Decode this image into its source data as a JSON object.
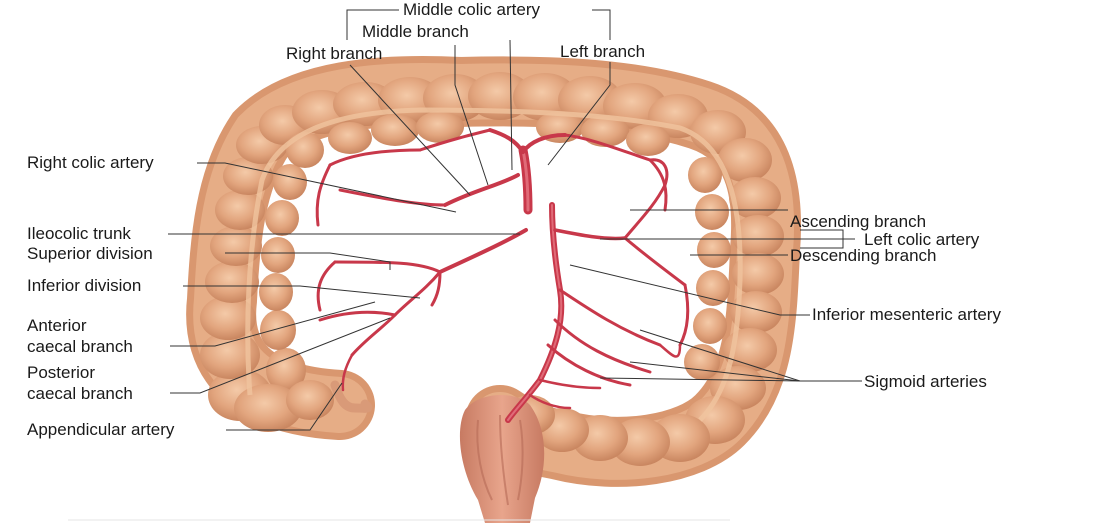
{
  "labels": {
    "middle_colic_artery": "Middle colic artery",
    "middle_branch": "Middle branch",
    "right_branch": "Right branch",
    "left_branch": "Left branch",
    "right_colic_artery": "Right colic artery",
    "ileocolic_trunk": "Ileocolic trunk",
    "superior_division": "Superior division",
    "inferior_division": "Inferior division",
    "anterior_caecal_line1": "Anterior",
    "anterior_caecal_line2": "caecal branch",
    "posterior_caecal_line1": "Posterior",
    "posterior_caecal_line2": "caecal branch",
    "appendicular_artery": "Appendicular artery",
    "ascending_branch": "Ascending branch",
    "left_colic_artery": "Left colic artery",
    "descending_branch": "Descending branch",
    "inferior_mesenteric_artery": "Inferior mesenteric artery",
    "sigmoid_arteries": "Sigmoid arteries"
  },
  "colors": {
    "colon_fill": "#e2a57e",
    "colon_shadow": "#c98a62",
    "colon_highlight": "#f3c9a6",
    "artery": "#c8384a",
    "artery_light": "#e06b78",
    "leader_line": "#333333"
  }
}
